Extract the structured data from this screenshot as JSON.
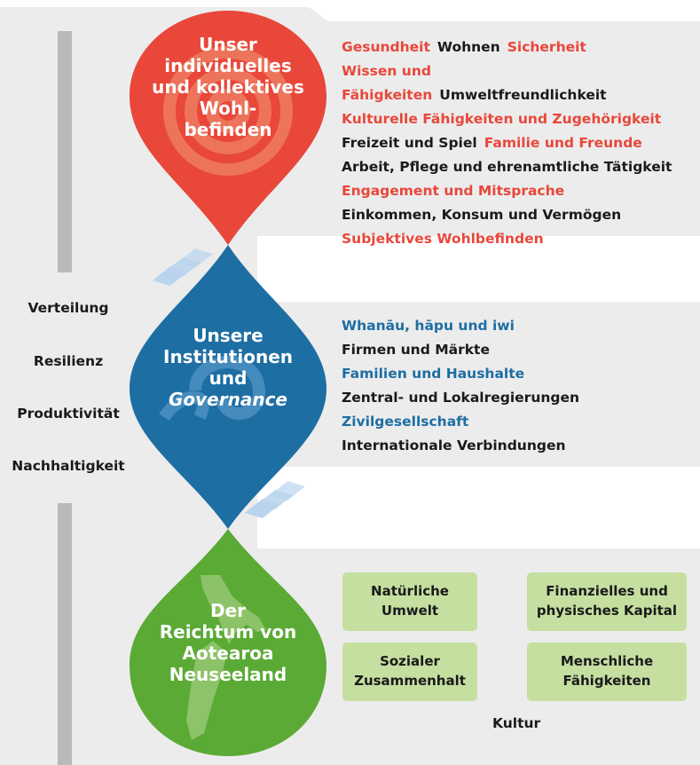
{
  "wellbeing": {
    "title_lines": [
      "Unser",
      "individuelles",
      "und kollektives",
      "Wohl-",
      "befinden"
    ],
    "rows": [
      [
        {
          "text": "Gesundheit",
          "color": "red"
        },
        {
          "text": "Wohnen",
          "color": "black"
        },
        {
          "text": "Sicherheit",
          "color": "red"
        }
      ],
      [
        {
          "text": "Wissen und Fähigkeiten",
          "color": "red"
        },
        {
          "text": "Umweltfreundlichkeit",
          "color": "black"
        }
      ],
      [
        {
          "text": "Kulturelle Fähigkeiten und Zugehörigkeit",
          "color": "red"
        }
      ],
      [
        {
          "text": "Freizeit und Spiel",
          "color": "black"
        },
        {
          "text": "Familie und Freunde",
          "color": "red"
        }
      ],
      [
        {
          "text": "Arbeit, Pflege und ehrenamtliche Tätigkeit",
          "color": "black"
        }
      ],
      [
        {
          "text": "Engagement und Mitsprache",
          "color": "red"
        }
      ],
      [
        {
          "text": "Einkommen, Konsum und Vermögen",
          "color": "black"
        }
      ],
      [
        {
          "text": "Subjektives Wohlbefinden",
          "color": "red"
        }
      ]
    ]
  },
  "institutions": {
    "title_lines": [
      "Unsere",
      "Institutionen",
      "und",
      "Governance"
    ],
    "items": [
      {
        "text": "Whanāu, hāpu und iwi",
        "color": "blue"
      },
      {
        "text": "Firmen und Märkte",
        "color": "black"
      },
      {
        "text": "Familien und Haushalte",
        "color": "blue"
      },
      {
        "text": "Zentral- und Lokalregierungen",
        "color": "black"
      },
      {
        "text": "Zivilgesellschaft",
        "color": "blue"
      },
      {
        "text": "Internationale Verbindungen",
        "color": "black"
      }
    ]
  },
  "wealth": {
    "title_lines": [
      "Der",
      "Reichtum von",
      "Aotearoa",
      "Neuseeland"
    ],
    "capitals": [
      [
        "Natürliche Umwelt"
      ],
      [
        "Finanzielles und",
        "physisches Kapital"
      ],
      [
        "Sozialer",
        "Zusammenhalt"
      ],
      [
        "Menschliche",
        "Fähigkeiten"
      ]
    ],
    "footer": "Kultur"
  },
  "side_labels": [
    "Verteilung",
    "Resilienz",
    "Produktivität",
    "Nachhaltigkeit"
  ],
  "colors": {
    "red": "#e8473a",
    "blue": "#1d6ea3",
    "green": "#5aaa35",
    "black": "#1a1a1a",
    "panel": "#ececec",
    "box": "#c5dfa0"
  }
}
